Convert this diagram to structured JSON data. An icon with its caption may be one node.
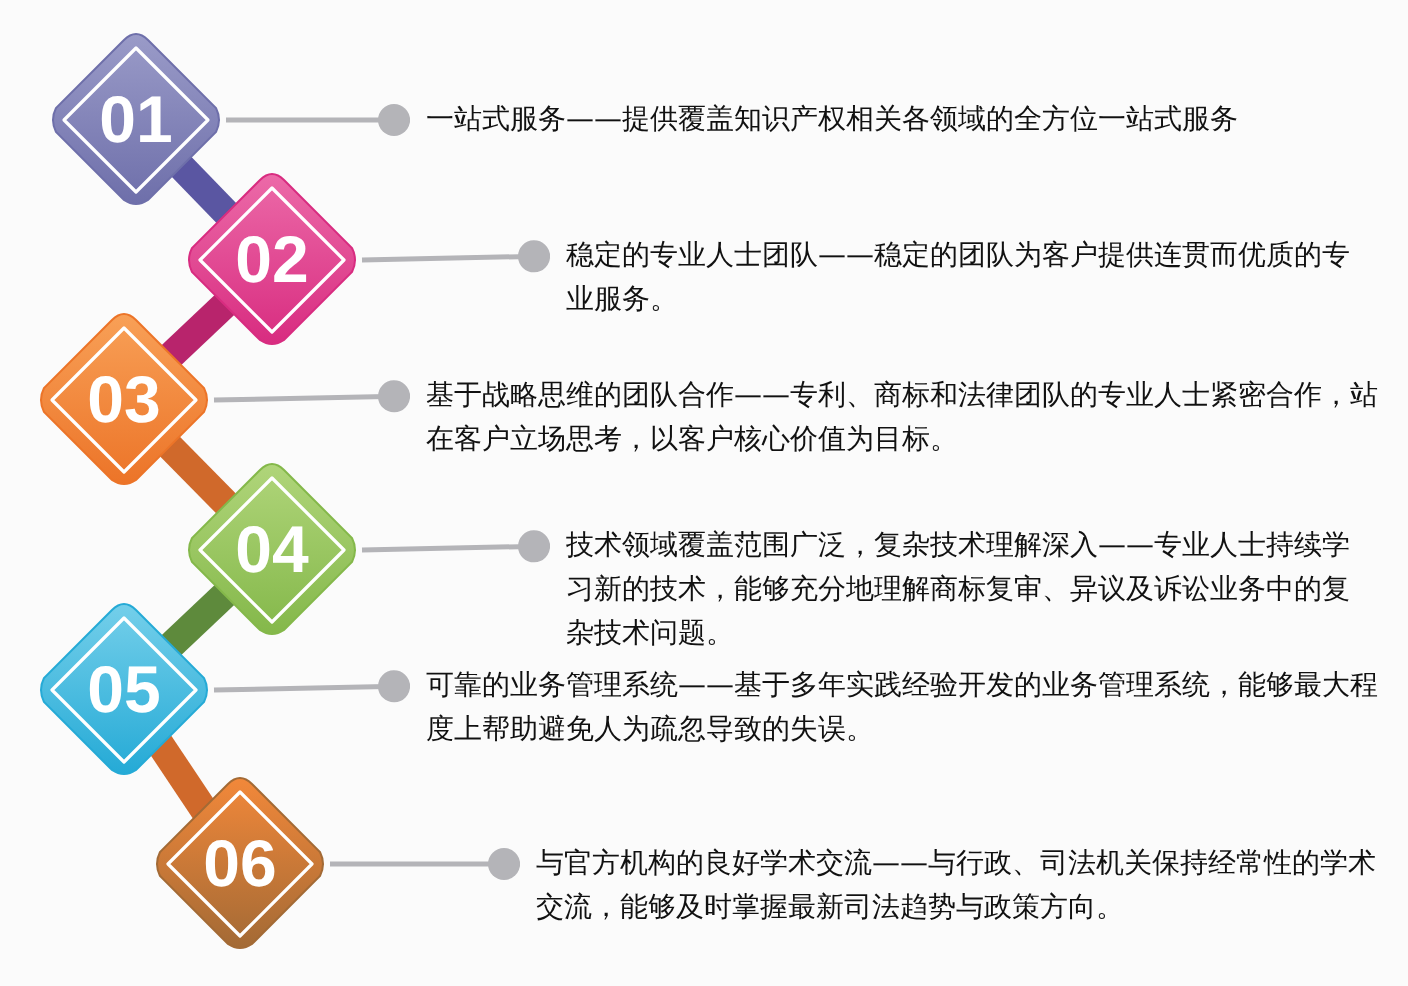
{
  "diagram": {
    "nodes": [
      {
        "text": [
          "01"
        ]
      },
      {
        "text": [
          "02"
        ]
      },
      {
        "text": [
          "03"
        ]
      },
      {
        "text": [
          "04"
        ]
      },
      {
        "text": [
          "05"
        ]
      },
      {
        "text": [
          "06"
        ]
      },
      {
        "text": [
          "一站式服务——提供覆盖知识产权相关各领域的全方位一站式服务"
        ]
      },
      {
        "text": [
          "稳定的专业人士团队——稳定的团队为客户提供连贯而优质的专业服务。"
        ]
      },
      {
        "text": [
          "基于战略思维的团队合作——专利、商标和法律团队的专业人士紧密合作，站在客户立场思考，以客户核心价值为目标。"
        ]
      },
      {
        "text": [
          "技术领域覆盖范围广泛，复杂技术理解深入——专业人士持续学习新的技术，能够充分地理解商标复审、异议及诉讼业务中的复杂技术问题。"
        ]
      },
      {
        "text": [
          "可靠的业务管理系统——基于多年实践经验开发的业务管理系统，能够最大程度上帮助避免人为疏忽导致的失误。"
        ]
      },
      {
        "text": [
          "与官方机构的良好学术交流——与行政、司法机关保持经常性的学术交流，能够及时掌握最新司法趋势与政策方向。"
        ]
      }
    ],
    "edges": [
      {
        "from": 0,
        "to": 1,
        "arrow": "none",
        "style": "thick",
        "color": "#5a56a2"
      },
      {
        "from": 1,
        "to": 2,
        "arrow": "none",
        "style": "thick",
        "color": "#b8246c"
      },
      {
        "from": 2,
        "to": 3,
        "arrow": "none",
        "style": "thick",
        "color": "#d0692b"
      },
      {
        "from": 3,
        "to": 4,
        "arrow": "none",
        "style": "thick",
        "color": "#5e8a3c"
      },
      {
        "from": 4,
        "to": 5,
        "arrow": "none",
        "style": "thick",
        "color": "#d0692b"
      },
      {
        "from": 0,
        "to": 6,
        "arrow": "other"
      },
      {
        "from": 1,
        "to": 7,
        "arrow": "other"
      },
      {
        "from": 2,
        "to": 8,
        "arrow": "other"
      },
      {
        "from": 3,
        "to": 9,
        "arrow": "other"
      },
      {
        "from": 4,
        "to": 10,
        "arrow": "other"
      },
      {
        "from": 5,
        "to": 11,
        "arrow": "other"
      }
    ]
  }
}
